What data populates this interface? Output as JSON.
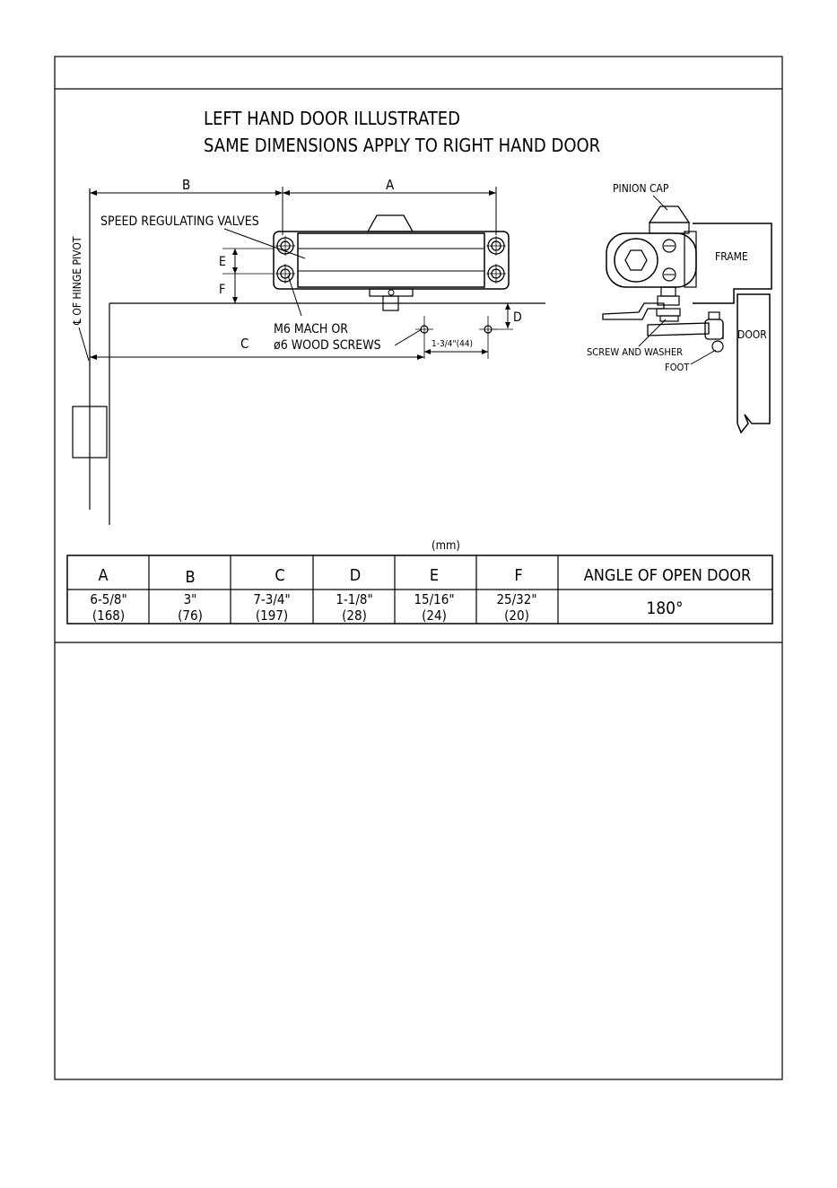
{
  "title_lines": [
    "LEFT HAND DOOR ILLUSTRATED",
    "SAME DIMENSIONS APPLY TO RIGHT HAND DOOR"
  ],
  "labels": {
    "dim_a": "A",
    "dim_b": "B",
    "dim_c": "C",
    "dim_d": "D",
    "dim_e": "E",
    "dim_f": "F",
    "speed_valves": "SPEED REGULATING VALVES",
    "hinge_pivot": "℄ OF HINGE PIVOT",
    "screws_line1": "M6 MACH OR",
    "screws_line2": "ø6 WOOD SCREWS",
    "spacing": "1-3/4\"(44)",
    "pinion_cap": "PINION CAP",
    "frame": "FRAME",
    "door": "DOOR",
    "screw_washer": "SCREW AND WASHER",
    "foot": "FOOT"
  },
  "units_note": "(mm)",
  "table": {
    "headers": [
      "A",
      "B",
      "C",
      "D",
      "E",
      "F",
      "ANGLE OF OPEN DOOR"
    ],
    "inch_values": [
      "6-5/8\"",
      "3\"",
      "7-3/4\"",
      "1-1/8\"",
      "15/16\"",
      "25/32\"",
      "180°"
    ],
    "mm_values": [
      "(168)",
      "(76)",
      "(197)",
      "(28)",
      "(24)",
      "(20)",
      ""
    ]
  }
}
